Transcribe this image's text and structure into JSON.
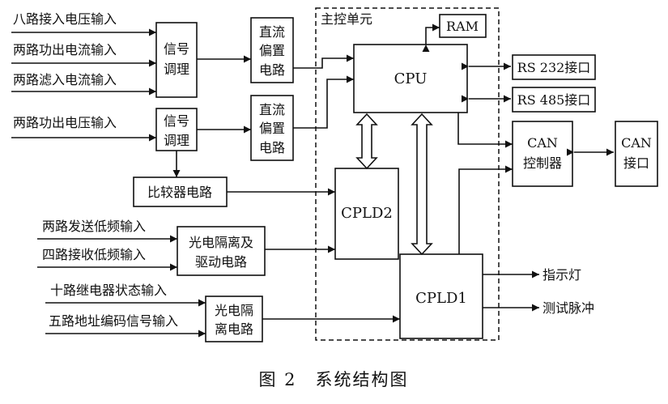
{
  "main_unit_label": "主控单元",
  "caption": "图 2　系统结构图",
  "inputs": {
    "in1": "八路接入电压输入",
    "in2": "两路功出电流输入",
    "in3": "两路滤入电流输入",
    "in4": "两路功出电压输入",
    "in5": "两路发送低频输入",
    "in6": "四路接收低频输入",
    "in7": "十路继电器状态输入",
    "in8": "五路地址编码信号输入"
  },
  "blocks": {
    "signal1": [
      "信号",
      "调理"
    ],
    "signal2": [
      "信号",
      "调理"
    ],
    "dc1": [
      "直流",
      "偏置",
      "电路"
    ],
    "dc2": [
      "直流",
      "偏置",
      "电路"
    ],
    "comparator": "比较器电路",
    "opto1": [
      "光电隔离及",
      "驱动电路"
    ],
    "opto2": [
      "光电隔",
      "离电路"
    ],
    "cpu": "CPU",
    "ram": "RAM",
    "cpld1": "CPLD1",
    "cpld2": "CPLD2",
    "rs232": "RS 232接口",
    "rs485": "RS 485接口",
    "can_ctrl": [
      "CAN",
      "控制器"
    ],
    "can_if": [
      "CAN",
      "接口"
    ]
  },
  "outputs": {
    "out1": "指示灯",
    "out2": "测试脉冲"
  }
}
